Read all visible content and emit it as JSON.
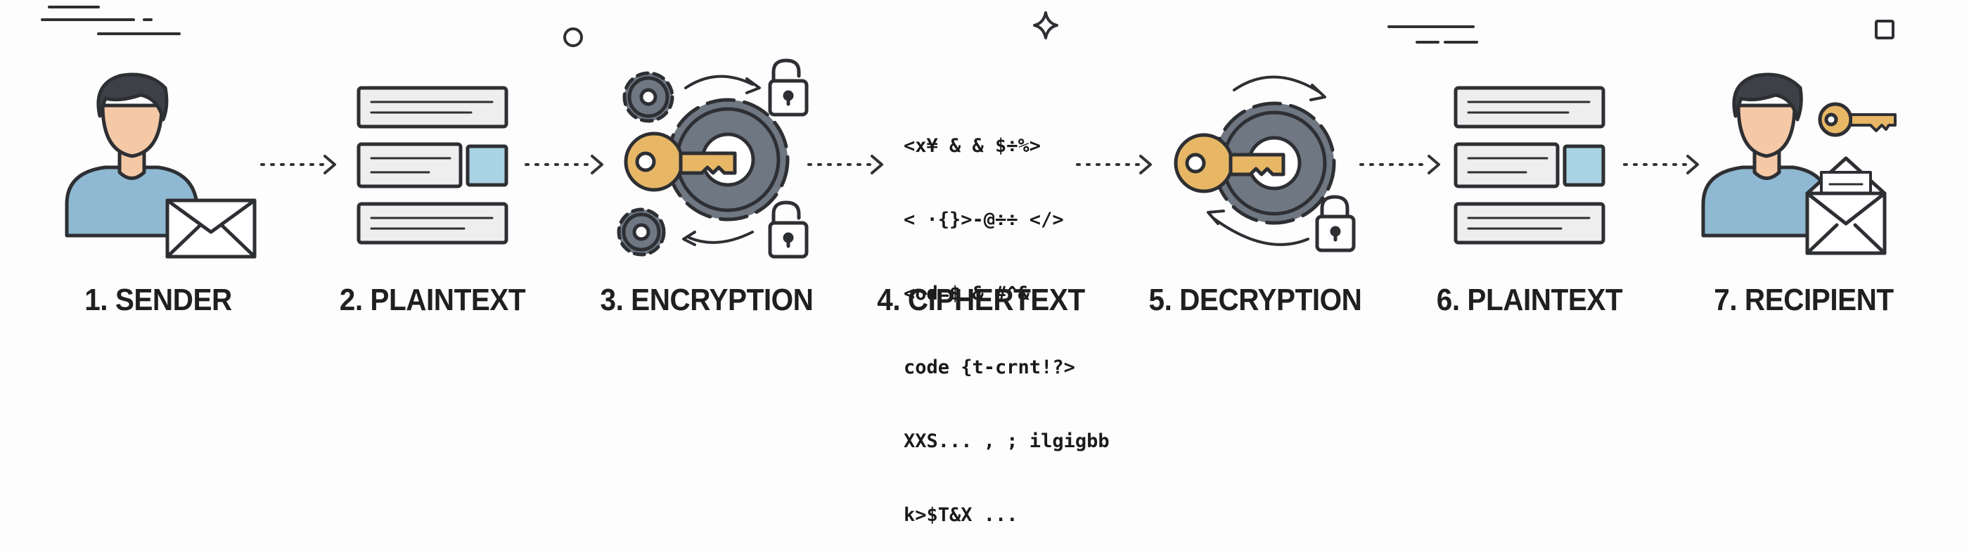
{
  "colors": {
    "outline": "#2d2f33",
    "skin": "#f5c9a6",
    "hair": "#3d4046",
    "shirt": "#8fb8d2",
    "gear": "#6e7782",
    "key": "#e7b766",
    "panel": "#eeeeee",
    "accent_box": "#a9d2e4",
    "arrow": "#333333"
  },
  "steps": [
    {
      "label": "1. SENDER",
      "icon": "sender-with-envelope-icon"
    },
    {
      "label": "2. PLAINTEXT",
      "icon": "plaintext-document-icon"
    },
    {
      "label": "3. ENCRYPTION",
      "icon": "encryption-gear-key-lock-icon"
    },
    {
      "label": "4. CIPHERTEXT",
      "icon": "ciphertext-symbols-icon"
    },
    {
      "label": "5. DECRYPTION",
      "icon": "decryption-gear-key-lock-icon"
    },
    {
      "label": "6. PLAINTEXT",
      "icon": "plaintext-document-icon"
    },
    {
      "label": "7. RECIPIENT",
      "icon": "recipient-with-key-open-envelope-icon"
    }
  ],
  "ciphertext_lines": [
    "<x¥ & & $÷%>",
    "< ·{}>-@÷÷ </>",
    "<od=$ & #^&",
    "code {t-crnt!?>",
    "XXS... , ; ilgigbb",
    "k>$T&X ..."
  ]
}
